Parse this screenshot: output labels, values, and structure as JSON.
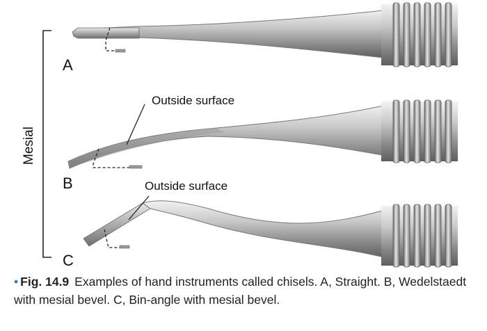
{
  "figure": {
    "side_label": "Mesial",
    "instruments": [
      {
        "letter": "A",
        "annotation": ""
      },
      {
        "letter": "B",
        "annotation": "Outside surface"
      },
      {
        "letter": "C",
        "annotation": "Outside surface"
      }
    ]
  },
  "caption": {
    "bullet": "•",
    "figure_number": "Fig. 14.9",
    "text": "Examples of hand instruments called chisels. A, Straight. B, Wedelstaedt with mesial bevel. C, Bin-angle with mesial bevel."
  }
}
